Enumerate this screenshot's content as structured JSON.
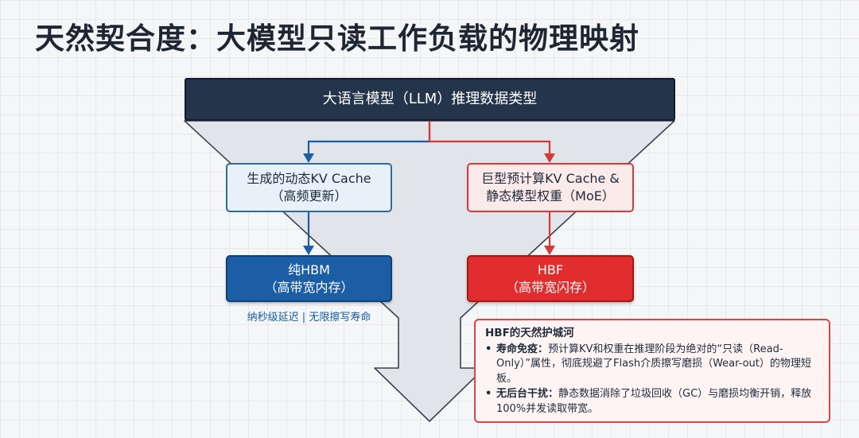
{
  "title": "天然契合度：大模型只读工作负载的物理映射",
  "top_box": {
    "label": "大语言模型（LLM）推理数据类型"
  },
  "left_branch": {
    "kv_line1": "生成的动态KV Cache",
    "kv_line2": "（高频更新）",
    "hbm_line1": "纯HBM",
    "hbm_line2": "（高带宽内存）",
    "note": "纳秒级延迟 | 无限擦写寿命"
  },
  "right_branch": {
    "moe_line1": "巨型预计算KV Cache &",
    "moe_line2": "静态模型权重（MoE）",
    "hbf_line1": "HBF",
    "hbf_line2": "（高带宽闪存）"
  },
  "callout": {
    "title": "HBF的天然护城河",
    "bullets": [
      {
        "head": "寿命免疫：",
        "text": "预计算KV和权重在推理阶段为绝对的“只读（Read-Only）”属性，彻底规避了Flash介质擦写磨损（Wear-out）的物理短板。"
      },
      {
        "head": "无后台干扰：",
        "text": "静态数据消除了垃圾回收（GC）与磨损均衡开销，释放100%并发读取带宽。"
      }
    ]
  },
  "colors": {
    "blue": "#1b5ea5",
    "red": "#e12d2d",
    "dark": "#24344a"
  }
}
